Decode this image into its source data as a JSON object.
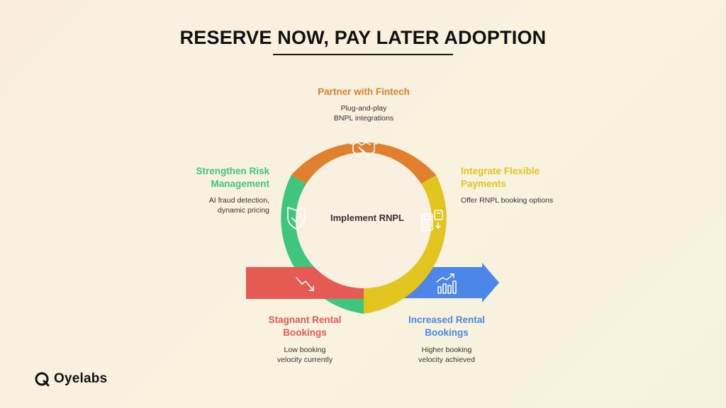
{
  "title": "RESERVE NOW, PAY LATER ADOPTION",
  "center_label": "Implement RNPL",
  "stages": {
    "partner": {
      "title": "Partner with Fintech",
      "desc_line1": "Plug-and-play",
      "desc_line2": "BNPL integrations",
      "color": "#e07f2e",
      "icon": "handshake-icon"
    },
    "risk": {
      "title_line1": "Strengthen Risk",
      "title_line2": "Management",
      "desc_line1": "AI fraud detection,",
      "desc_line2": "dynamic pricing",
      "color": "#3fc67c",
      "icon": "shield-check-icon"
    },
    "payments": {
      "title_line1": "Integrate Flexible",
      "title_line2": "Payments",
      "desc_line1": "Offer RNPL booking options",
      "color": "#e2c51f",
      "icon": "payment-terminal-icon"
    },
    "stagnant": {
      "title_line1": "Stagnant Rental",
      "title_line2": "Bookings",
      "desc_line1": "Low booking",
      "desc_line2": "velocity currently",
      "color": "#e55a52",
      "icon": "trend-down-icon"
    },
    "increased": {
      "title_line1": "Increased Rental",
      "title_line2": "Bookings",
      "desc_line1": "Higher booking",
      "desc_line2": "velocity achieved",
      "color": "#4c86e8",
      "icon": "growth-chart-icon"
    }
  },
  "brand": {
    "name": "Oyelabs",
    "icon": "oyelabs-logo-icon"
  }
}
